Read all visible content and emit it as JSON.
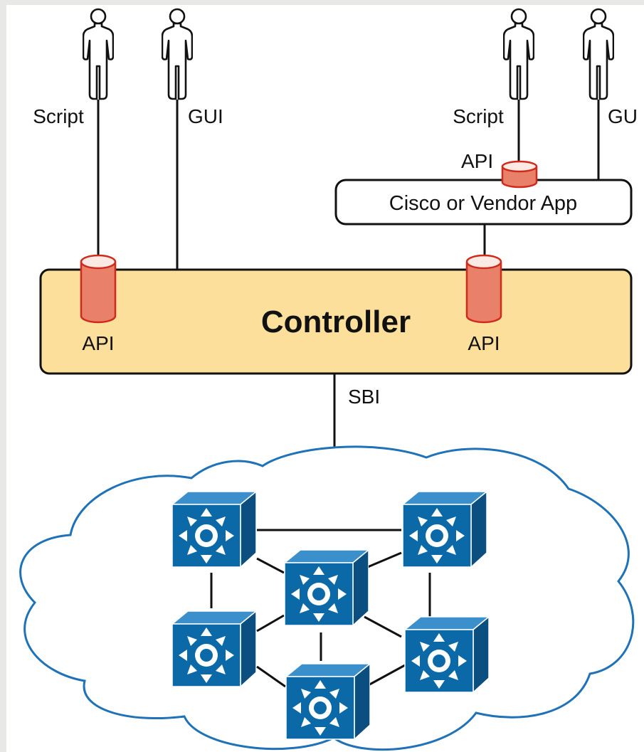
{
  "users_left": [
    {
      "label": "Script"
    },
    {
      "label": "GUI"
    }
  ],
  "users_right": [
    {
      "label": "Script"
    },
    {
      "label": "GU"
    }
  ],
  "app": {
    "label": "Cisco or Vendor App",
    "api_label": "API"
  },
  "controller": {
    "title": "Controller",
    "api_left_label": "API",
    "api_right_label": "API"
  },
  "southbound": {
    "label": "SBI"
  },
  "network": {
    "switch_count": 6
  },
  "colors": {
    "controller_fill": "#fbdf9b",
    "api_cylinder": "#e8806a",
    "switch_blue": "#0b69a8",
    "cloud_stroke": "#1f72b8"
  }
}
